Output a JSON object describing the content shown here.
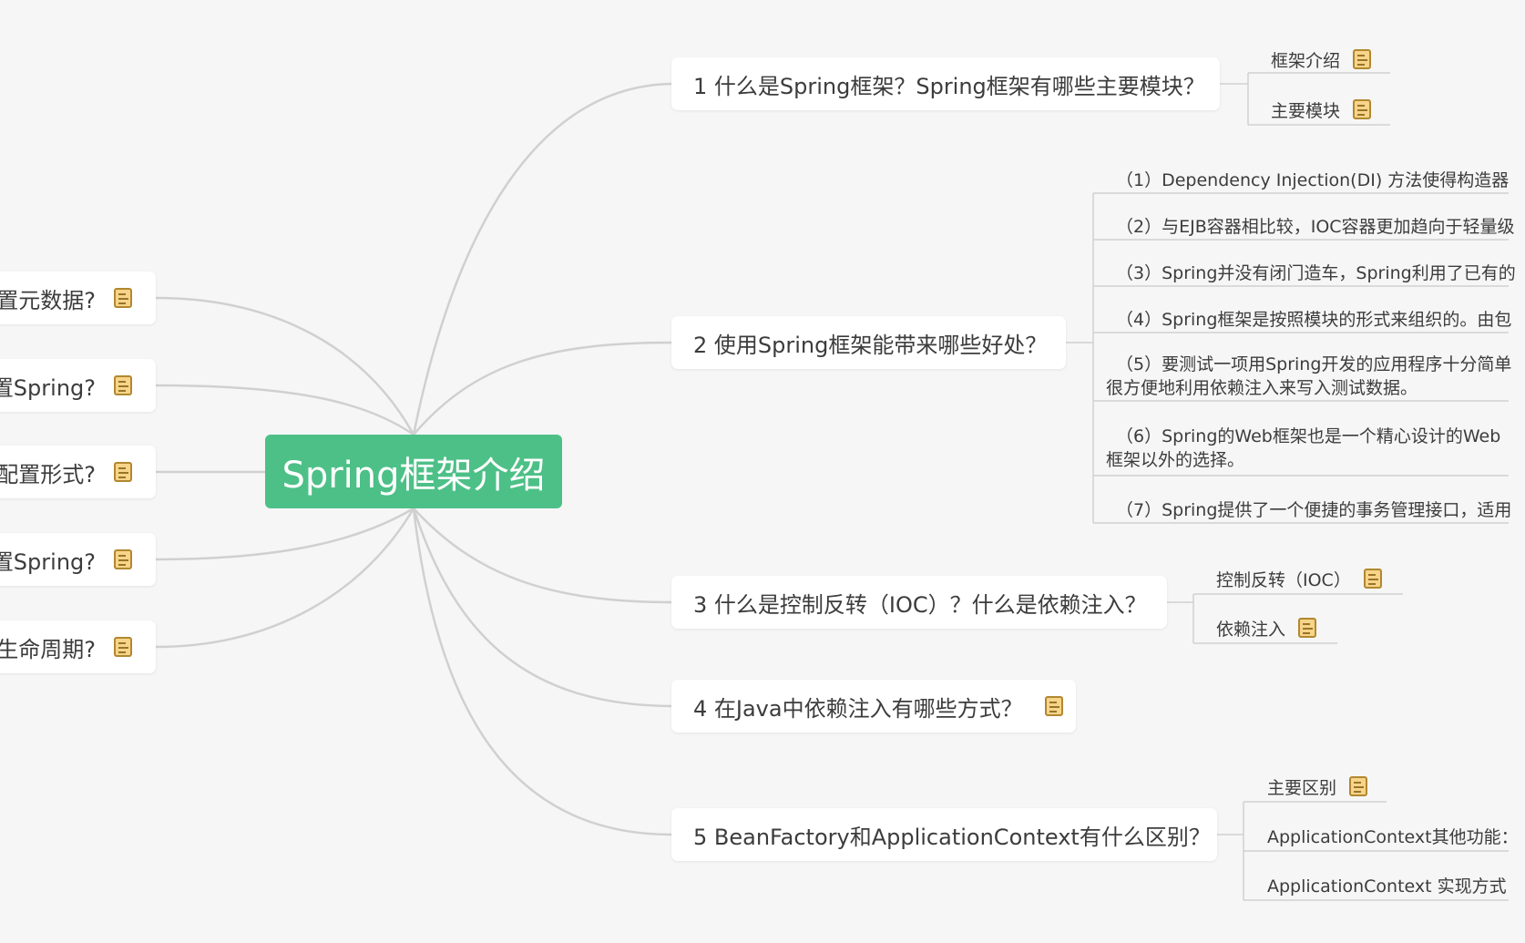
{
  "root": {
    "label": "Spring框架介绍",
    "color": "#4dc087"
  },
  "left_branches": [
    {
      "label": "置元数据?"
    },
    {
      "label": "置Spring?"
    },
    {
      "label": "配置形式?"
    },
    {
      "label": "置Spring?"
    },
    {
      "label": "生命周期?"
    }
  ],
  "right_branches": [
    {
      "label": "1 什么是Spring框架？Spring框架有哪些主要模块？",
      "children": [
        {
          "label": "框架介绍",
          "has_note": true
        },
        {
          "label": "主要模块",
          "has_note": true
        }
      ]
    },
    {
      "label": "2 使用Spring框架能带来哪些好处？",
      "children": [
        {
          "label": "（1）Dependency Injection(DI) 方法使得构造器"
        },
        {
          "label": "（2）与EJB容器相比较，IOC容器更加趋向于轻量级"
        },
        {
          "label": "（3）Spring并没有闭门造车，Spring利用了已有的"
        },
        {
          "label": "（4）Spring框架是按照模块的形式来组织的。由包"
        },
        {
          "label": "（5）要测试一项用Spring开发的应用程序十分简单",
          "label2": "很方便地利用依赖注入来写入测试数据。"
        },
        {
          "label": "（6）Spring的Web框架也是一个精心设计的Web",
          "label2": "框架以外的选择。"
        },
        {
          "label": "（7）Spring提供了一个便捷的事务管理接口，适用"
        }
      ]
    },
    {
      "label": "3 什么是控制反转（IOC）？什么是依赖注入？",
      "children": [
        {
          "label": "控制反转（IOC）",
          "has_note": true
        },
        {
          "label": "依赖注入",
          "has_note": true
        }
      ]
    },
    {
      "label": "4 在Java中依赖注入有哪些方式？",
      "has_note": true,
      "children": []
    },
    {
      "label": "5 BeanFactory和ApplicationContext有什么区别？",
      "children": [
        {
          "label": "主要区别",
          "has_note": true
        },
        {
          "label": "ApplicationContext其他功能："
        },
        {
          "label": "ApplicationContext 实现方式"
        }
      ]
    }
  ],
  "colors": {
    "line": "#d0d0d0",
    "background": "#f6f6f6",
    "note_icon": "#f6d48a"
  }
}
